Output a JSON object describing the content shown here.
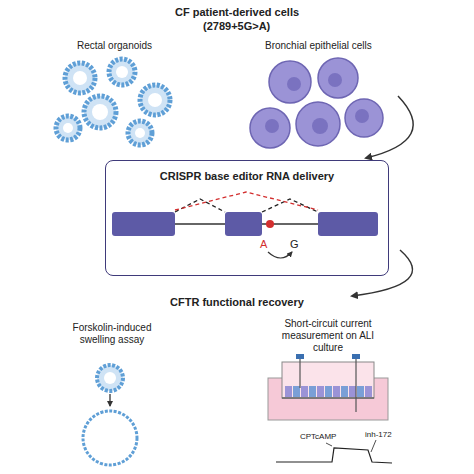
{
  "diagram": {
    "title": "CF patient-derived cells",
    "nodes": [
      {
        "text": [
          "CRISPR base editor RNA delivery"
        ]
      }
    ],
    "labels": [
      "(2789+5G>A)",
      "Rectal organoids",
      "Bronchial epithelial cells",
      "A",
      "G",
      "CFTR functional recovery",
      "Forskolin-induced swelling assay",
      "Short-circuit current measurement on ALI culture",
      "CPTcAMP",
      "inh-172"
    ]
  }
}
